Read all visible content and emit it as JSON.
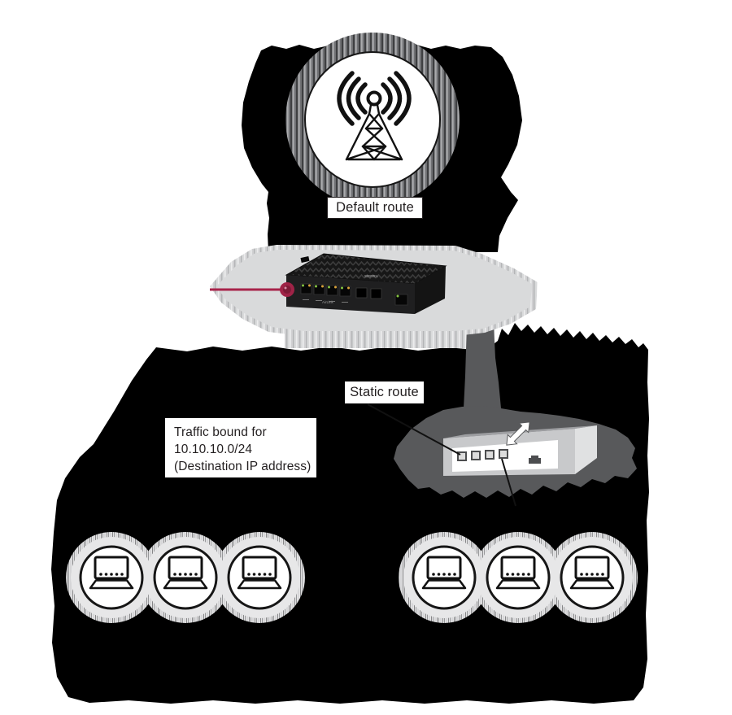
{
  "diagram": {
    "labels": {
      "default_route": "Default route",
      "static_route": "Static route",
      "traffic": {
        "line1": "Traffic bound for",
        "line2": "10.10.10.0/24",
        "line3": "(Destination IP address)"
      }
    },
    "icons": [
      "cell-tower-icon",
      "router-device",
      "ethernet-switch",
      "double-arrow-icon",
      "laptop-icon"
    ],
    "colors": {
      "background": "#ffffff",
      "shadow_blob": "#000000",
      "dark_cloud": "#58595b",
      "router_halo": "#d9dadb",
      "laptop_halo": "#e7e7e8",
      "accent_red": "#a8234a",
      "label_text": "#231f20"
    }
  }
}
